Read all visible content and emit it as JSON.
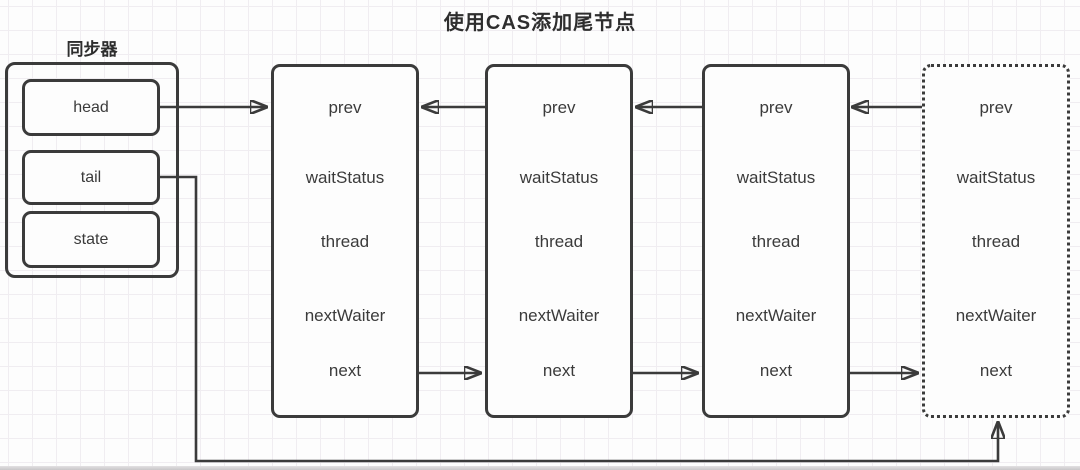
{
  "title": "使用CAS添加尾节点",
  "synchronizer": {
    "label": "同步器",
    "fields": [
      {
        "label": "head"
      },
      {
        "label": "tail"
      },
      {
        "label": "state"
      }
    ]
  },
  "nodes": [
    {
      "name": "node-1",
      "border": "solid",
      "fields": [
        "prev",
        "waitStatus",
        "thread",
        "nextWaiter",
        "next"
      ]
    },
    {
      "name": "node-2",
      "border": "solid",
      "fields": [
        "prev",
        "waitStatus",
        "thread",
        "nextWaiter",
        "next"
      ]
    },
    {
      "name": "node-3",
      "border": "solid",
      "fields": [
        "prev",
        "waitStatus",
        "thread",
        "nextWaiter",
        "next"
      ]
    },
    {
      "name": "node-4-new-tail",
      "border": "dotted",
      "fields": [
        "prev",
        "waitStatus",
        "thread",
        "nextWaiter",
        "next"
      ]
    }
  ],
  "edges": [
    {
      "from": "head",
      "to": "node-1"
    },
    {
      "from": "node-2.prev",
      "to": "node-1"
    },
    {
      "from": "node-3.prev",
      "to": "node-2"
    },
    {
      "from": "node-4-new-tail.prev",
      "to": "node-3"
    },
    {
      "from": "node-1.next",
      "to": "node-2"
    },
    {
      "from": "node-2.next",
      "to": "node-3"
    },
    {
      "from": "node-3.next",
      "to": "node-4-new-tail"
    },
    {
      "from": "tail",
      "to": "node-4-new-tail"
    }
  ],
  "colors": {
    "line": "#3b3b3b",
    "text": "#3b3b3b",
    "grid_line": "#f0edf1",
    "background": "#fdfdfd"
  }
}
